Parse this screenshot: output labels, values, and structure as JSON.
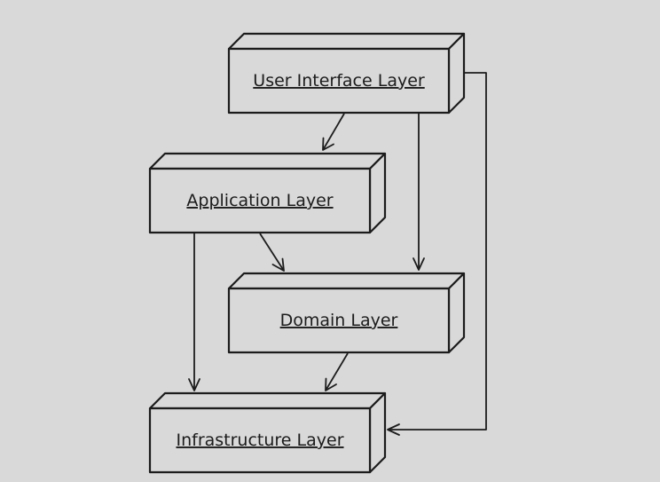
{
  "diagram": {
    "nodes": [
      {
        "id": "ui",
        "label": "User Interface Layer"
      },
      {
        "id": "app",
        "label": "Application Layer"
      },
      {
        "id": "domain",
        "label": "Domain Layer"
      },
      {
        "id": "infra",
        "label": "Infrastructure Layer"
      }
    ],
    "edges": [
      {
        "from": "ui",
        "to": "app"
      },
      {
        "from": "ui",
        "to": "domain"
      },
      {
        "from": "ui",
        "to": "infra"
      },
      {
        "from": "app",
        "to": "domain"
      },
      {
        "from": "app",
        "to": "infra"
      },
      {
        "from": "domain",
        "to": "infra"
      }
    ]
  }
}
